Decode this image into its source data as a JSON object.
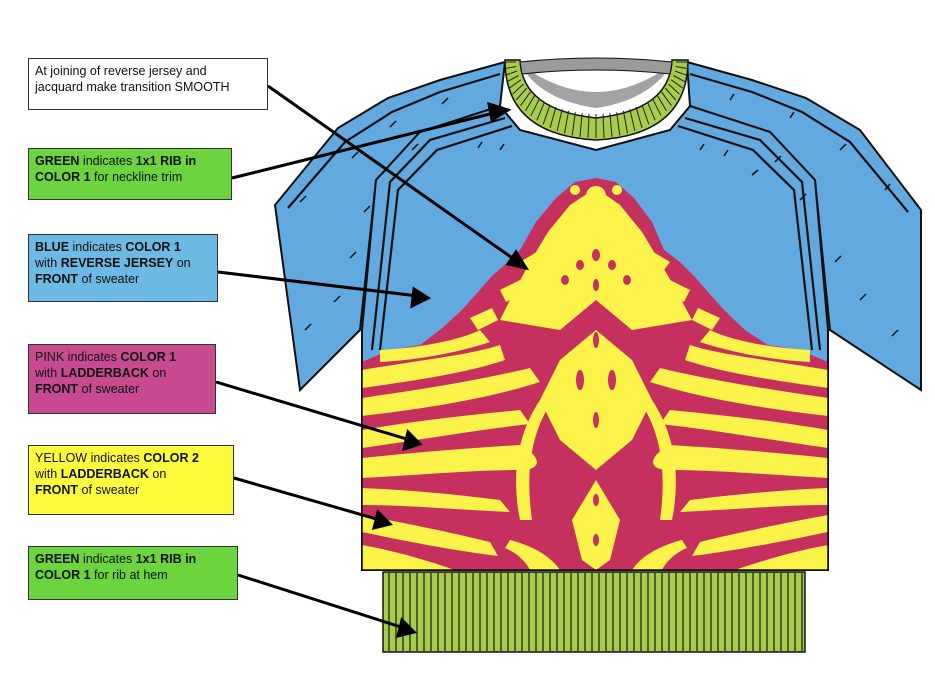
{
  "colors": {
    "green": "#a6cc4c",
    "blue": "#62a9e0",
    "pink": "#c5305f",
    "yellow": "#fbf34a",
    "neck_grey": "#a3a3a3",
    "box_green": "#6cd43e",
    "box_blue": "#6cb9e3",
    "box_pink": "#c84b91",
    "box_yellow": "#fcfb3c",
    "box_white": "#ffffff"
  },
  "labels": {
    "transition": {
      "line1": "At joining of reverse jersey and",
      "line2": "jacquard make transition SMOOTH"
    },
    "neckline": {
      "c1": "GREEN",
      "t1": " indicates ",
      "b1": "1x1 RIB in",
      "b2": "COLOR 1",
      "t2": " for neckline trim"
    },
    "blue": {
      "c1": "BLUE",
      "t1": " indicates ",
      "b1": "COLOR 1",
      "t2": "with ",
      "b2": "REVERSE JERSEY",
      "t3": " on",
      "b3": "FRONT",
      "t4": " of sweater"
    },
    "pink": {
      "c1": "PINK",
      "t1": " indicates ",
      "b1": "COLOR 1",
      "t2": "with ",
      "b2": "LADDERBACK",
      "t3": " on",
      "b3": "FRONT",
      "t4": " of sweater"
    },
    "yellow": {
      "c1": "YELLOW",
      "t1": " indicates ",
      "b1": "COLOR 2",
      "t2": "with ",
      "b2": "LADDERBACK",
      "t3": " on",
      "b3": "FRONT",
      "t4": " of sweater"
    },
    "hem": {
      "c1": "GREEN",
      "t1": " indicates ",
      "b1": "1x1 RIB in",
      "b2": "COLOR 1",
      "t2": " for rib at hem"
    }
  }
}
